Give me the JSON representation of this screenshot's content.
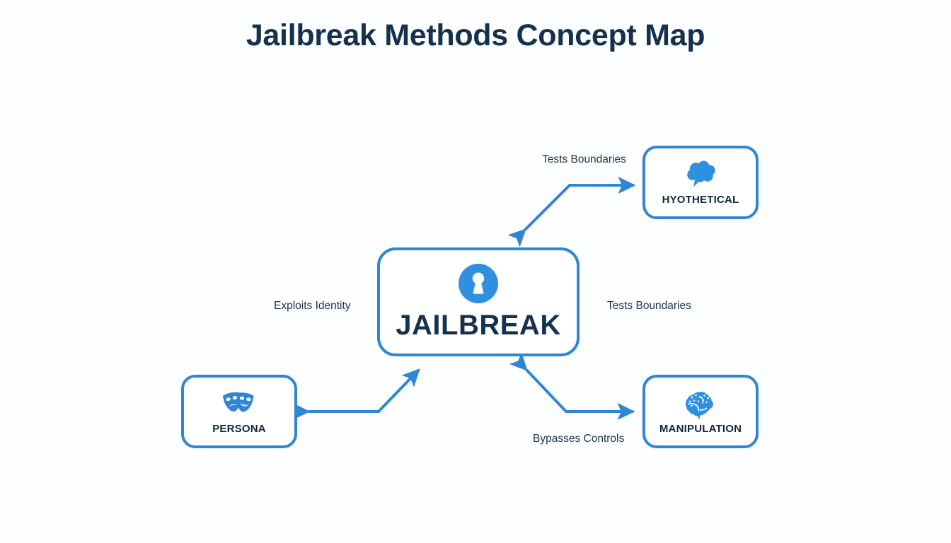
{
  "page": {
    "title": "Jailbreak Methods Concept Map",
    "background_color": "#fdfeff"
  },
  "theme": {
    "accent_blue": "#2f86d4",
    "icon_blue": "#3090e0",
    "text_navy": "#16314f",
    "label_gray": "#20344c",
    "node_fill": "#ffffff"
  },
  "central_node": {
    "label": "JAILBREAK",
    "icon": "keyhole-lock-icon"
  },
  "nodes": [
    {
      "id": "hypothetical",
      "label": "HYOTHETICAL",
      "icon": "thought-cloud-icon"
    },
    {
      "id": "manipulation",
      "label": "MANIPULATION",
      "icon": "brain-icon"
    },
    {
      "id": "persona",
      "label": "PERSONA",
      "icon": "theater-masks-icon"
    }
  ],
  "edges": [
    {
      "id": "edge-hypothetical",
      "label": "Tests Boundaries",
      "from": "hypothetical",
      "to": "jailbreak"
    },
    {
      "id": "edge-persona",
      "label": "Exploits Identity",
      "from": "persona",
      "to": "jailbreak"
    },
    {
      "id": "edge-manipulation-right",
      "label": "Tests Boundaries",
      "from": "manipulation",
      "to": "jailbreak"
    },
    {
      "id": "edge-manipulation-bottom",
      "label": "Bypasses Controls",
      "from": "jailbreak",
      "to": "manipulation"
    }
  ]
}
